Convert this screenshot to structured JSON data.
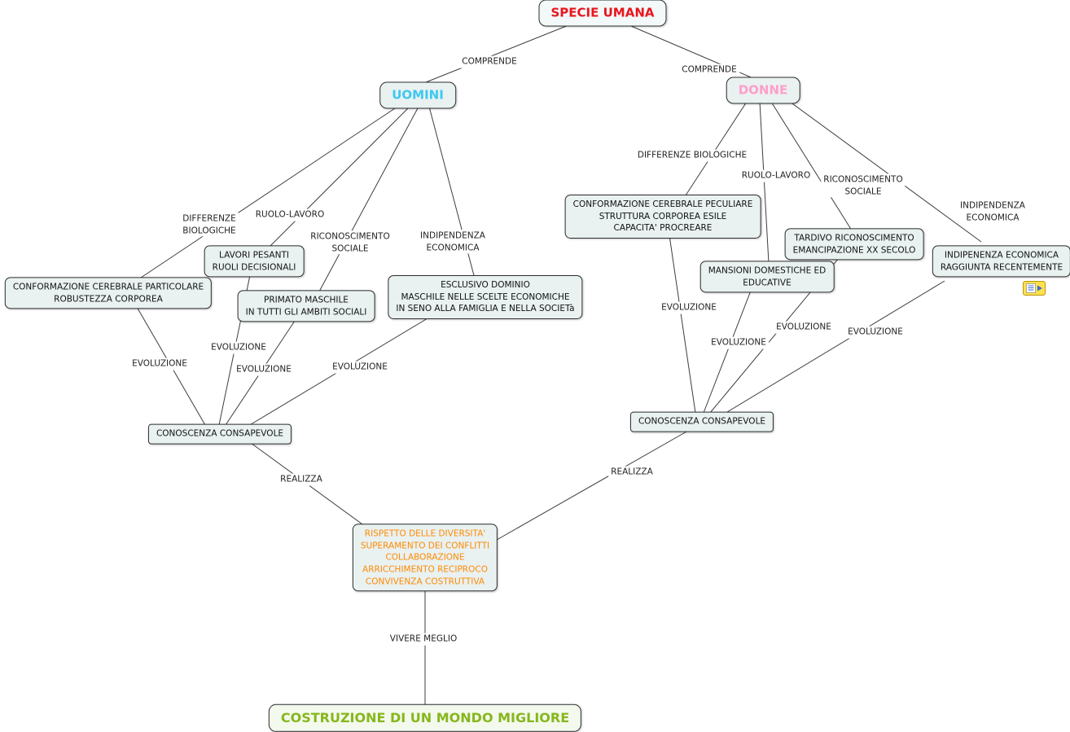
{
  "map_title": "SPECIE UMANA concept map",
  "colors": {
    "canvas_bg": "#ffffff",
    "edge_line": "#3d3d3d",
    "node_bg": "#e9f1f1",
    "specie_umana_text": "#e8151e",
    "uomini_text": "#3cc8f2",
    "donne_text": "#ff9ecb",
    "rispetto_text": "#ff8a00",
    "costruzione_text": "#86b71c"
  },
  "nodes": {
    "specie_umana": "SPECIE UMANA",
    "uomini": "UOMINI",
    "donne": "DONNE",
    "conformazione_uomini": "CONFORMAZIONE CEREBRALE PARTICOLARE\nROBUSTEZZA CORPOREA",
    "lavori_pesanti": "LAVORI PESANTI\nRUOLI DECISIONALI",
    "primato_maschile": "PRIMATO MASCHILE\nIN TUTTI GLI AMBITI SOCIALI",
    "esclusivo_dominio": "ESCLUSIVO DOMINIO\nMASCHILE NELLE SCELTE ECONOMICHE\nIN SENO ALLA FAMIGLIA E NELLA SOCIETà",
    "conoscenza_consapevole": "CONOSCENZA CONSAPEVOLE",
    "conformazione_donne": "CONFORMAZIONE CEREBRALE PECULIARE\nSTRUTTURA CORPOREA ESILE\nCAPACITA' PROCREARE",
    "tardivo_riconoscimento": "TARDIVO RICONOSCIMENTO\nEMANCIPAZIONE XX SECOLO",
    "mansioni_domestiche": "MANSIONI DOMESTICHE ED\nEDUCATIVE",
    "indipenenza_economica": "INDIPENENZA ECONOMICA\nRAGGIUNTA RECENTEMENTE",
    "rispetto_diversita": "RISPETTO DELLE DIVERSITA'\nSUPERAMENTO DEI CONFLITTI\nCOLLABORAZIONE\nARRICCHIMENTO RECIPROCO\nCONVIVENZA COSTRUTTIVA",
    "costruzione_mondo": "COSTRUZIONE DI UN MONDO MIGLIORE"
  },
  "edge_labels": {
    "comprende": "COMPRENDE",
    "differenze_biologiche_2line": "DIFFERENZE\nBIOLOGICHE",
    "differenze_biologiche": "DIFFERENZE BIOLOGICHE",
    "ruolo_lavoro": "RUOLO-LAVORO",
    "riconoscimento_sociale": "RICONOSCIMENTO\nSOCIALE",
    "indipendenza_economica": "INDIPENDENZA\nECONOMICA",
    "evoluzione": "EVOLUZIONE",
    "realizza": "REALIZZA",
    "vivere_meglio": "VIVERE MEGLIO"
  },
  "icons": {
    "resource_link": "resource-attachment-icon"
  }
}
